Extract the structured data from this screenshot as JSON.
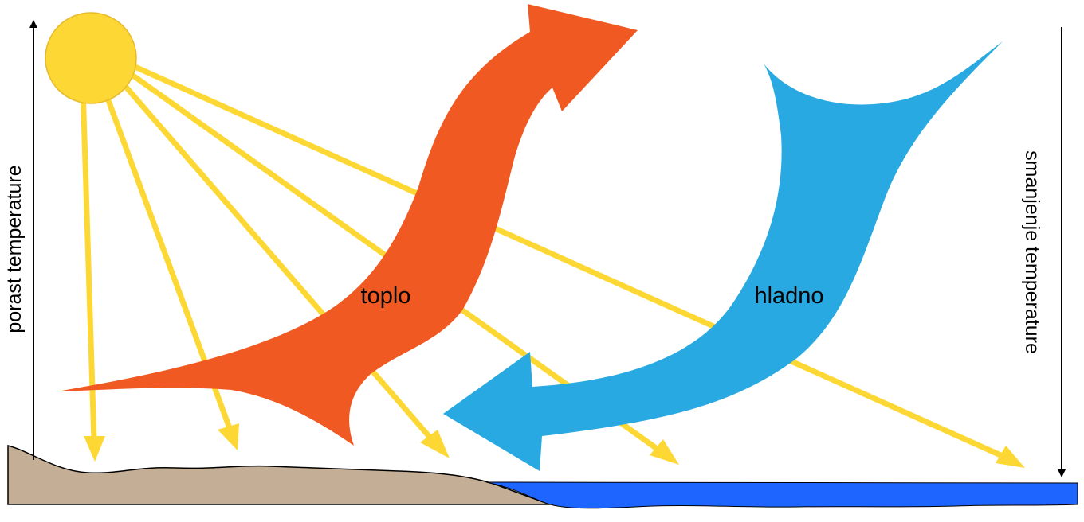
{
  "labels": {
    "warm_flow": "toplo",
    "cold_flow": "hladno",
    "left_axis": "porast temperature",
    "right_axis": "smanjenje temperature"
  },
  "colors": {
    "sun": "#FDD835",
    "sun_edge": "#E8B92A",
    "rays": "#FDD835",
    "warm_arrow": "#F05A22",
    "cold_arrow": "#29A9E1",
    "land": "#C4AF96",
    "water": "#1E64FF",
    "axis": "#000000"
  }
}
